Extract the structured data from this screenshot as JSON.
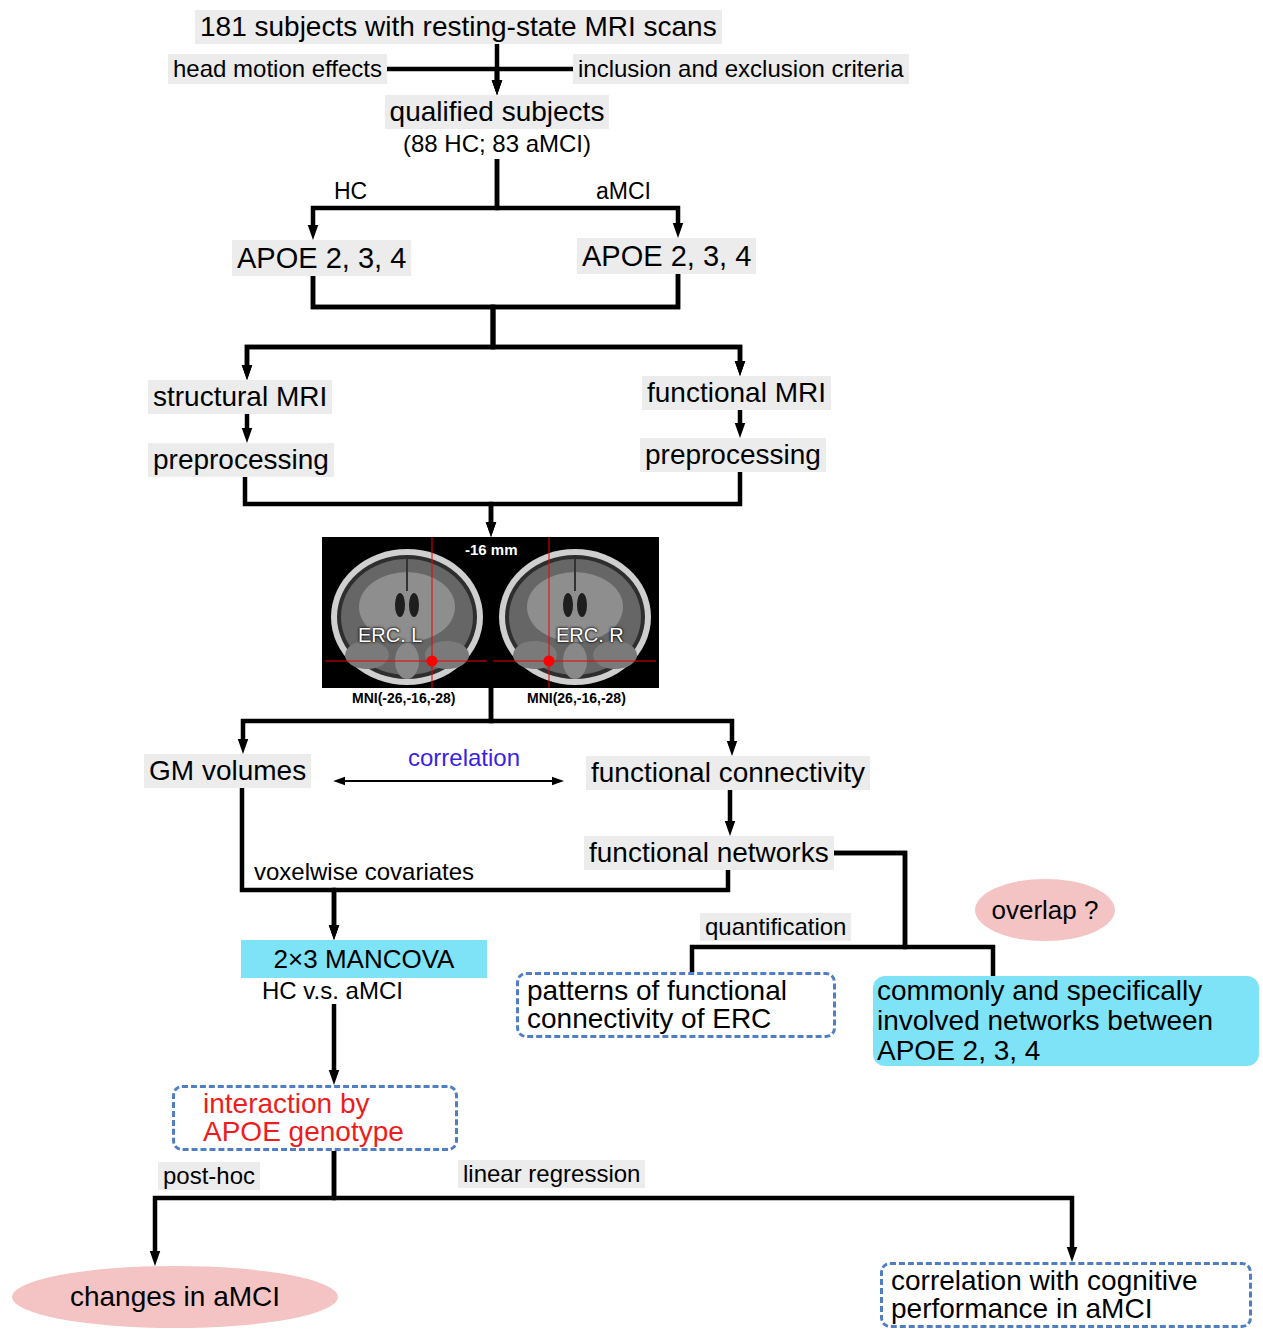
{
  "diagram": {
    "nodes": [
      {
        "text": [
          "181 subjects with resting-state MRI scans"
        ]
      },
      {
        "text": [
          "head motion effects"
        ]
      },
      {
        "text": [
          "inclusion and exclusion criteria"
        ]
      },
      {
        "text": [
          "qualified subjects",
          "(88 HC; 83 aMCI)"
        ]
      },
      {
        "text": [
          "APOE 2, 3, 4"
        ]
      },
      {
        "text": [
          "APOE 2, 3, 4"
        ]
      },
      {
        "text": [
          "structural MRI"
        ]
      },
      {
        "text": [
          "functional MRI"
        ]
      },
      {
        "text": [
          "preprocessing"
        ]
      },
      {
        "text": [
          "preprocessing"
        ]
      },
      {
        "text": [
          "-16 mm",
          "ERC. L",
          "ERC. R"
        ]
      },
      {
        "text": [
          "GM volumes"
        ]
      },
      {
        "text": [
          "functional connectivity"
        ]
      },
      {
        "text": [
          "functional networks"
        ]
      },
      {
        "text": [
          "overlap ?"
        ]
      },
      {
        "text": [
          "2×3 MANCOVA",
          "HC v.s. aMCI"
        ]
      },
      {
        "text": [
          "patterns of functional connectivity of ERC"
        ]
      },
      {
        "text": [
          "commonly and specifically involved networks between APOE 2, 3, 4"
        ]
      },
      {
        "text": [
          "interaction by APOE genotype"
        ]
      },
      {
        "text": [
          "changes in aMCI"
        ]
      },
      {
        "text": [
          "correlation with cognitive performance in aMCI"
        ]
      }
    ],
    "edges": [
      {
        "from": 0,
        "to": 3,
        "arrow": "to"
      },
      {
        "from": 1,
        "to": 3,
        "arrow": "to"
      },
      {
        "from": 2,
        "to": 3,
        "arrow": "to"
      },
      {
        "from": 3,
        "to": 4,
        "label": "HC",
        "arrow": "to"
      },
      {
        "from": 3,
        "to": 5,
        "label": "aMCI",
        "arrow": "to"
      },
      {
        "from": 4,
        "to": 6,
        "arrow": "to"
      },
      {
        "from": 4,
        "to": 7,
        "arrow": "to"
      },
      {
        "from": 5,
        "to": 6,
        "arrow": "to"
      },
      {
        "from": 5,
        "to": 7,
        "arrow": "to"
      },
      {
        "from": 6,
        "to": 8,
        "arrow": "to"
      },
      {
        "from": 7,
        "to": 9,
        "arrow": "to"
      },
      {
        "from": 8,
        "to": 10,
        "arrow": "to"
      },
      {
        "from": 9,
        "to": 10,
        "arrow": "to"
      },
      {
        "from": 10,
        "to": 11,
        "arrow": "to"
      },
      {
        "from": 10,
        "to": 12,
        "arrow": "to"
      },
      {
        "from": 11,
        "to": 12,
        "label": "correlation",
        "arrow": "both"
      },
      {
        "from": 12,
        "to": 13,
        "arrow": "to"
      },
      {
        "from": 11,
        "to": 15,
        "label": "voxelwise covariates",
        "arrow": "to"
      },
      {
        "from": 13,
        "to": 15,
        "arrow": "to"
      },
      {
        "from": 13,
        "to": 16,
        "label": "quantification",
        "arrow": "none"
      },
      {
        "from": 13,
        "to": 17,
        "arrow": "none"
      },
      {
        "from": 15,
        "to": 18,
        "arrow": "to"
      },
      {
        "from": 18,
        "to": 19,
        "label": "post-hoc",
        "arrow": "to"
      },
      {
        "from": 18,
        "to": 20,
        "label": "linear regression",
        "arrow": "to"
      }
    ],
    "labels": [
      "MNI(-26,-16,-28)",
      "MNI(26,-16,-28)"
    ]
  }
}
